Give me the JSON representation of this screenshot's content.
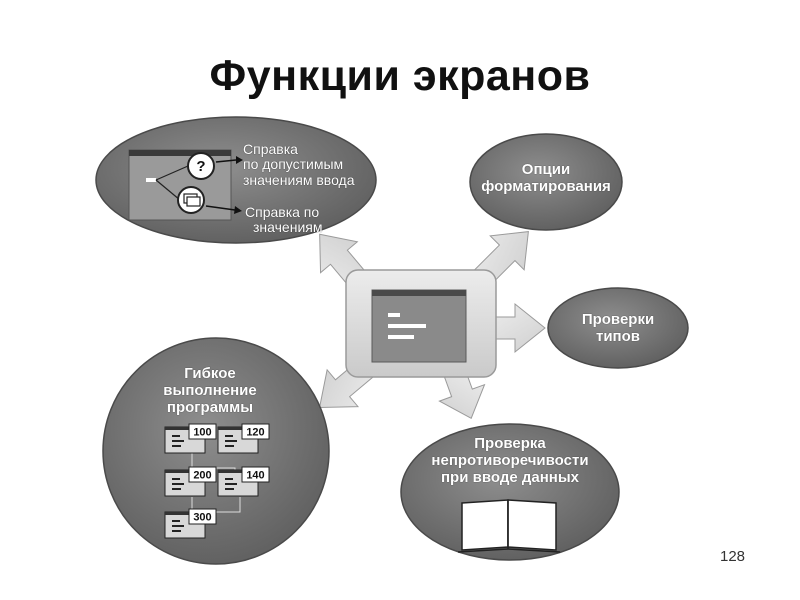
{
  "title": "Функции экранов",
  "help_bubble": {
    "valid_values_help": [
      "Справка",
      "по допустимым",
      "значениям ввода"
    ],
    "values_help": [
      "Справка по",
      "значениям"
    ]
  },
  "format_options": [
    "Опции",
    "форматирования"
  ],
  "type_checks": [
    "Проверки",
    "типов"
  ],
  "flexible_execution": {
    "label": [
      "Гибкое",
      "выполнение",
      "программы"
    ],
    "screen_numbers": [
      "100",
      "120",
      "200",
      "140",
      "300"
    ]
  },
  "consistency_check": [
    "Проверка",
    "непротиворечивости",
    "при вводе данных"
  ],
  "help_icon_glyph": "?",
  "page_number": "128",
  "colors": {
    "bubble_fill": "#7a7a7a",
    "bubble_edge": "#4a4a4a",
    "arrow_fill": "#e2e2e2",
    "center_fill": "#dcdcdc",
    "window_fill": "#8a8a8a"
  }
}
